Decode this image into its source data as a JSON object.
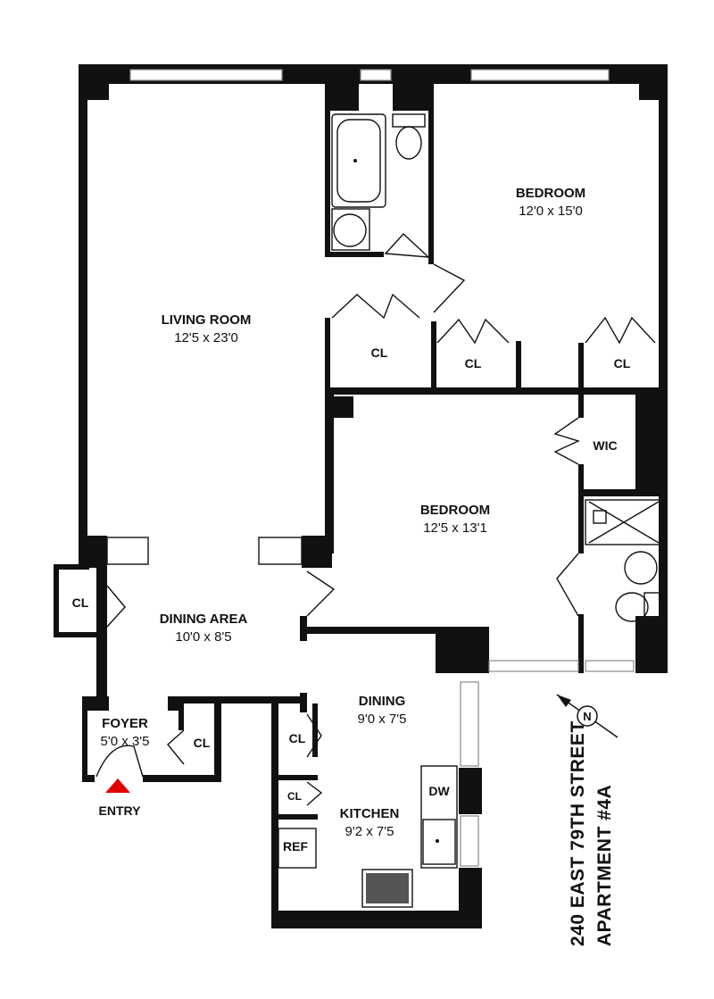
{
  "rooms": {
    "living_room": {
      "name": "LIVING ROOM",
      "dims": "12'5 x 23'0"
    },
    "bedroom_1": {
      "name": "BEDROOM",
      "dims": "12'0 x 15'0"
    },
    "bedroom_2": {
      "name": "BEDROOM",
      "dims": "12'5 x 13'1"
    },
    "dining_area": {
      "name": "DINING AREA",
      "dims": "10'0 x 8'5"
    },
    "foyer": {
      "name": "FOYER",
      "dims": "5'0 x 3'5"
    },
    "dining": {
      "name": "DINING",
      "dims": "9'0 x 7'5"
    },
    "kitchen": {
      "name": "KITCHEN",
      "dims": "9'2 x 7'5"
    }
  },
  "closets": {
    "cl": "CL",
    "wic": "WIC"
  },
  "appliances": {
    "dw": "DW",
    "ref": "REF"
  },
  "entry": "ENTRY",
  "compass": {
    "letter": "N"
  },
  "address": {
    "line1": "240 EAST 79TH STREET",
    "line2": "APARTMENT #4A"
  }
}
